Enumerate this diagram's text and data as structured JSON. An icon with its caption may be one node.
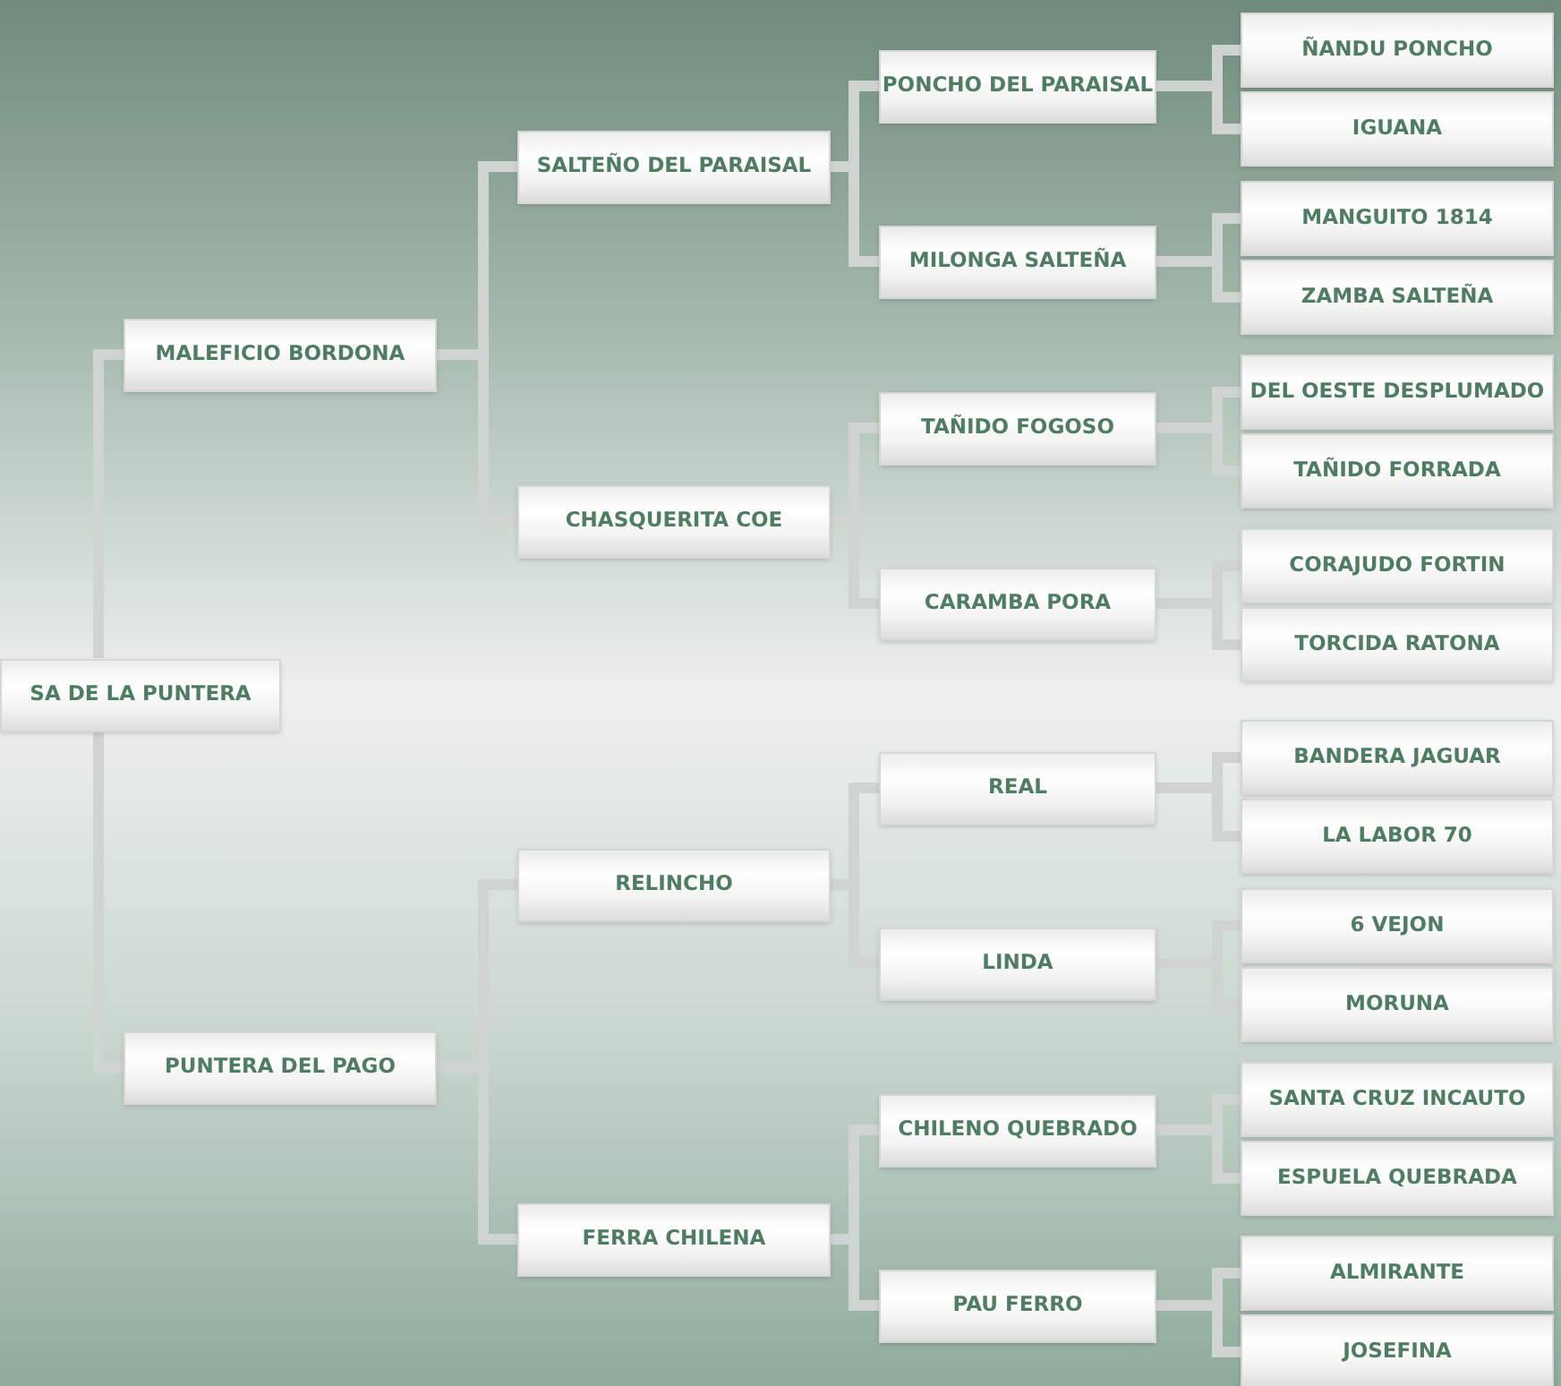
{
  "diagram": {
    "nodes": [
      {
        "text": [
          "SA DE LA PUNTERA"
        ]
      },
      {
        "text": [
          "MALEFICIO BORDONA"
        ]
      },
      {
        "text": [
          "SALTEÑO DEL PARAISAL"
        ]
      },
      {
        "text": [
          "PONCHO DEL PARAISAL"
        ]
      },
      {
        "text": [
          "ÑANDU PONCHO"
        ]
      },
      {
        "text": [
          "IGUANA"
        ]
      },
      {
        "text": [
          "MILONGA SALTEÑA"
        ]
      },
      {
        "text": [
          "MANGUITO 1814"
        ]
      },
      {
        "text": [
          "ZAMBA SALTEÑA"
        ]
      },
      {
        "text": [
          "CHASQUERITA COE"
        ]
      },
      {
        "text": [
          "TAÑIDO FOGOSO"
        ]
      },
      {
        "text": [
          "DEL OESTE DESPLUMADO"
        ]
      },
      {
        "text": [
          "TAÑIDO FORRADA"
        ]
      },
      {
        "text": [
          "CARAMBA PORA"
        ]
      },
      {
        "text": [
          "CORAJUDO FORTIN"
        ]
      },
      {
        "text": [
          "TORCIDA RATONA"
        ]
      },
      {
        "text": [
          "PUNTERA DEL PAGO"
        ]
      },
      {
        "text": [
          "RELINCHO"
        ]
      },
      {
        "text": [
          "REAL"
        ]
      },
      {
        "text": [
          "BANDERA JAGUAR"
        ]
      },
      {
        "text": [
          "LA LABOR 70"
        ]
      },
      {
        "text": [
          "LINDA"
        ]
      },
      {
        "text": [
          "6 VEJON"
        ]
      },
      {
        "text": [
          "MORUNA"
        ]
      },
      {
        "text": [
          "FERRA CHILENA"
        ]
      },
      {
        "text": [
          "CHILENO QUEBRADO"
        ]
      },
      {
        "text": [
          "SANTA CRUZ INCAUTO"
        ]
      },
      {
        "text": [
          "ESPUELA QUEBRADA"
        ]
      },
      {
        "text": [
          "PAU FERRO"
        ]
      },
      {
        "text": [
          "ALMIRANTE"
        ]
      },
      {
        "text": [
          "JOSEFINA"
        ]
      }
    ],
    "edges": [
      {
        "from": 0,
        "to": 1,
        "arrow": "none"
      },
      {
        "from": 1,
        "to": 2,
        "arrow": "none"
      },
      {
        "from": 2,
        "to": 3,
        "arrow": "none"
      },
      {
        "from": 3,
        "to": 4,
        "arrow": "none"
      },
      {
        "from": 3,
        "to": 5,
        "arrow": "none"
      },
      {
        "from": 2,
        "to": 6,
        "arrow": "none"
      },
      {
        "from": 6,
        "to": 7,
        "arrow": "none"
      },
      {
        "from": 6,
        "to": 8,
        "arrow": "none"
      },
      {
        "from": 1,
        "to": 9,
        "arrow": "none"
      },
      {
        "from": 9,
        "to": 10,
        "arrow": "none"
      },
      {
        "from": 10,
        "to": 11,
        "arrow": "none"
      },
      {
        "from": 10,
        "to": 12,
        "arrow": "none"
      },
      {
        "from": 9,
        "to": 13,
        "arrow": "none"
      },
      {
        "from": 13,
        "to": 14,
        "arrow": "none"
      },
      {
        "from": 13,
        "to": 15,
        "arrow": "none"
      },
      {
        "from": 0,
        "to": 16,
        "arrow": "none"
      },
      {
        "from": 16,
        "to": 17,
        "arrow": "none"
      },
      {
        "from": 17,
        "to": 18,
        "arrow": "none"
      },
      {
        "from": 18,
        "to": 19,
        "arrow": "none"
      },
      {
        "from": 18,
        "to": 20,
        "arrow": "none"
      },
      {
        "from": 17,
        "to": 21,
        "arrow": "none"
      },
      {
        "from": 21,
        "to": 22,
        "arrow": "none"
      },
      {
        "from": 21,
        "to": 23,
        "arrow": "none"
      },
      {
        "from": 16,
        "to": 24,
        "arrow": "none"
      },
      {
        "from": 24,
        "to": 25,
        "arrow": "none"
      },
      {
        "from": 25,
        "to": 26,
        "arrow": "none"
      },
      {
        "from": 25,
        "to": 27,
        "arrow": "none"
      },
      {
        "from": 24,
        "to": 28,
        "arrow": "none"
      },
      {
        "from": 28,
        "to": 29,
        "arrow": "none"
      },
      {
        "from": 28,
        "to": 30,
        "arrow": "none"
      }
    ]
  }
}
